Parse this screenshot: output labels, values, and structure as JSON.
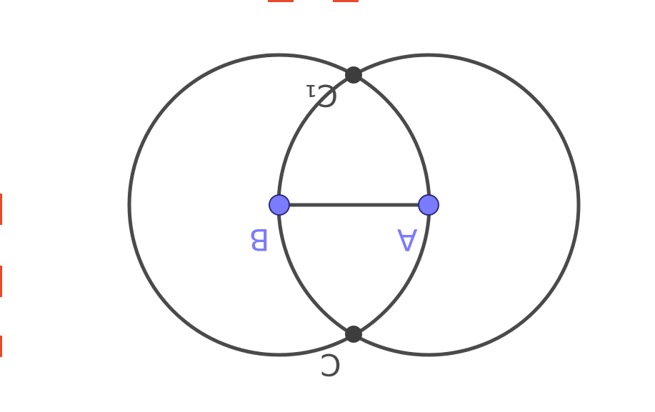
{
  "colors": {
    "stroke": "#4a4a4a",
    "point_free": "#7b7bff",
    "point_free_stroke": "#2c2c7a",
    "point_dependent": "#3d3d3d",
    "label_free": "#7b7bff",
    "label_dependent": "#4a4a4a",
    "accent_marks": "#e8482c"
  },
  "points": {
    "A": {
      "label": "A"
    },
    "B": {
      "label": "B"
    },
    "C": {
      "label": "C"
    },
    "C1": {
      "label": "C₁"
    }
  }
}
